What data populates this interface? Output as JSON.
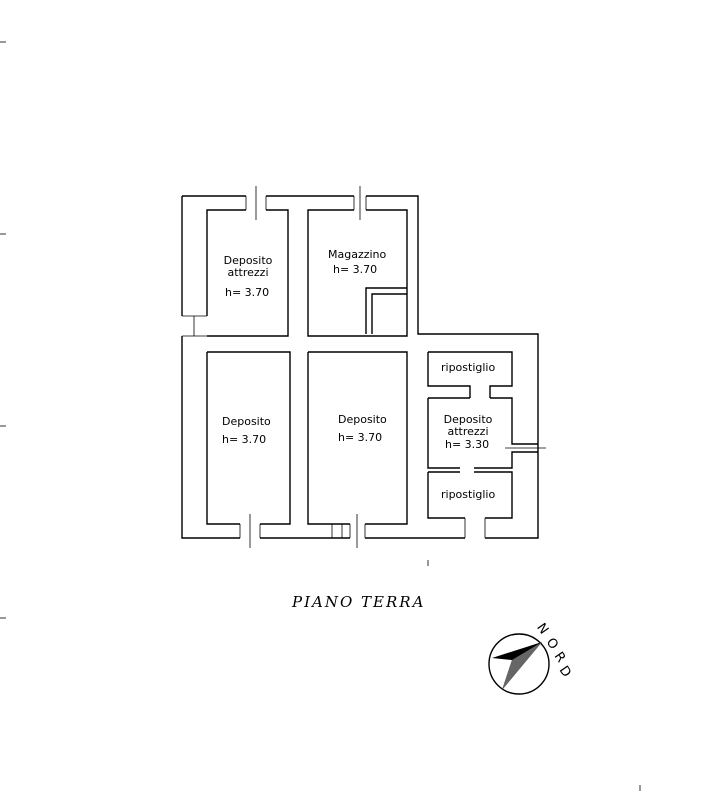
{
  "plan": {
    "title": "PIANO TERRA",
    "rooms": [
      {
        "id": "deposito-attrezzi-nw",
        "lines": [
          "Deposito",
          "attrezzi"
        ],
        "height_label": "h=  3.70"
      },
      {
        "id": "magazzino",
        "lines": [
          "Magazzino"
        ],
        "height_label": "h=  3.70"
      },
      {
        "id": "deposito-sw",
        "lines": [
          "Deposito"
        ],
        "height_label": "h=  3.70"
      },
      {
        "id": "deposito-center",
        "lines": [
          "Deposito"
        ],
        "height_label": "h=  3.70"
      },
      {
        "id": "ripostiglio-top",
        "lines": [
          "ripostiglio"
        ],
        "height_label": ""
      },
      {
        "id": "deposito-attrezzi-east",
        "lines": [
          "Deposito",
          "attrezzi"
        ],
        "height_label": "h=  3.30"
      },
      {
        "id": "ripostiglio-bottom",
        "lines": [
          "ripostiglio"
        ],
        "height_label": ""
      }
    ],
    "compass": {
      "label_letters": [
        "N",
        "O",
        "R",
        "D"
      ],
      "icon": "north-arrow-icon"
    }
  }
}
